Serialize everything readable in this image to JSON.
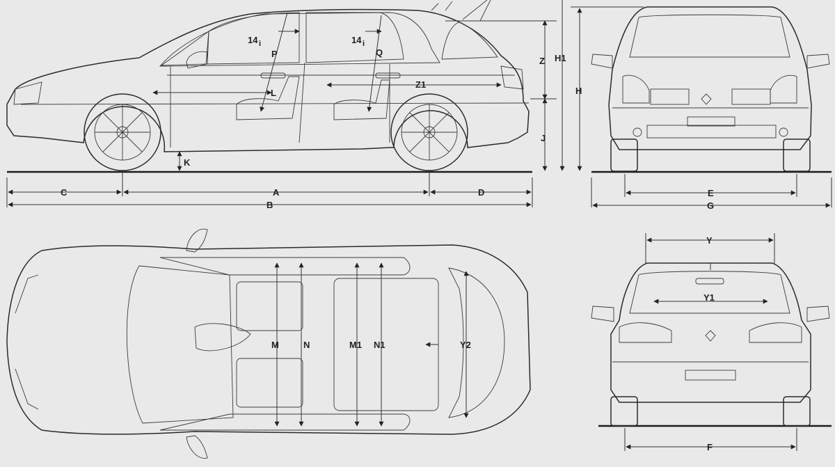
{
  "dimension_labels": {
    "A": "A",
    "B": "B",
    "C": "C",
    "D": "D",
    "E": "E",
    "F": "F",
    "G": "G",
    "H": "H",
    "H1": "H1",
    "J": "J",
    "K": "K",
    "L": "L",
    "M": "M",
    "M1": "M1",
    "N": "N",
    "N1": "N1",
    "P": "P",
    "Q": "Q",
    "Y": "Y",
    "Y1": "Y1",
    "Y2": "Y2",
    "Z": "Z",
    "Z1": "Z1",
    "angle_front": "14",
    "angle_rear": "14",
    "angle_unit": "i"
  },
  "views": [
    "side-view",
    "front-view",
    "top-view",
    "rear-view"
  ]
}
